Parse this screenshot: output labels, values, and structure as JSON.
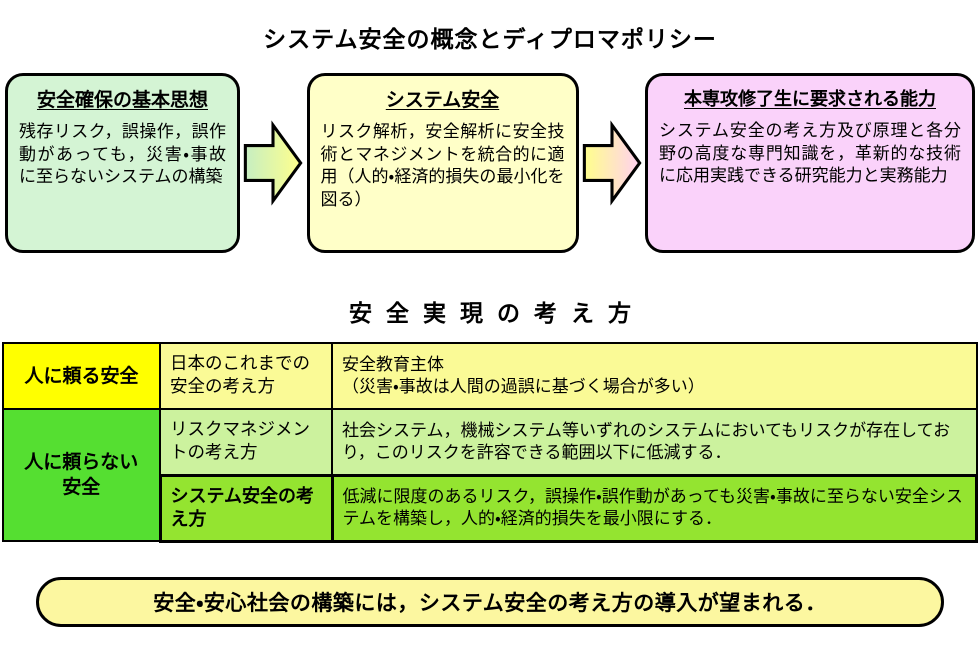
{
  "page": {
    "title": "システム安全の概念とディプロマポリシー"
  },
  "flow": {
    "boxes": [
      {
        "title": "安全確保の基本思想",
        "body": "残存リスク，誤操作，誤作動があっても，災害・事故に至らないシステムの構築",
        "bg": "#d4f4d4"
      },
      {
        "title": "システム安全",
        "body": "リスク解析，安全解析に安全技術とマネジメントを統合的に適用（人的・経済的損失の最小化を図る）",
        "bg": "#ffffc8"
      },
      {
        "title": "本専攻修了生に要求される能力",
        "body": "システム安全の考え方及び原理と各分野の高度な専門知識を，革新的な技術に応用実践できる研究能力と実務能力",
        "bg": "#fad2fa"
      }
    ],
    "arrows": [
      {
        "name": "arrow-green-to-yellow",
        "gradient_from": "#c6eec2",
        "gradient_to": "#ffff8c"
      },
      {
        "name": "arrow-yellow-to-pink",
        "gradient_from": "#ffff8c",
        "gradient_to": "#ffd0f0"
      }
    ]
  },
  "section": {
    "heading": "安全実現の考え方"
  },
  "table": {
    "col1_row1": "人に頼る安全",
    "col1_rows23": "人に頼らない\n安全",
    "rows": [
      {
        "approach": "日本のこれまでの安全の考え方",
        "description": "安全教育主体\n（災害・事故は人間の過誤に基づく場合が多い）"
      },
      {
        "approach": "リスクマネジメントの考え方",
        "description": "社会システム，機械システム等いずれのシステムにおいてもリスクが存在しており，このリスクを許容できる範囲以下に低減する．"
      },
      {
        "approach": "システム安全の考え方",
        "description": "低減に限度のあるリスク，誤操作・誤作動があっても災害・事故に至らない安全システムを構築し，人的・経済的損失を最小限にする．"
      }
    ],
    "colors": {
      "label_yellow": "#ffff00",
      "label_green": "#55df31",
      "row1_pale_yellow": "#fafa96",
      "row2_pale_green": "#ccf29e",
      "row3_mid_green": "#94e430"
    }
  },
  "footer": {
    "message": "安全・安心社会の構築には，システム安全の考え方の導入が望まれる．"
  }
}
